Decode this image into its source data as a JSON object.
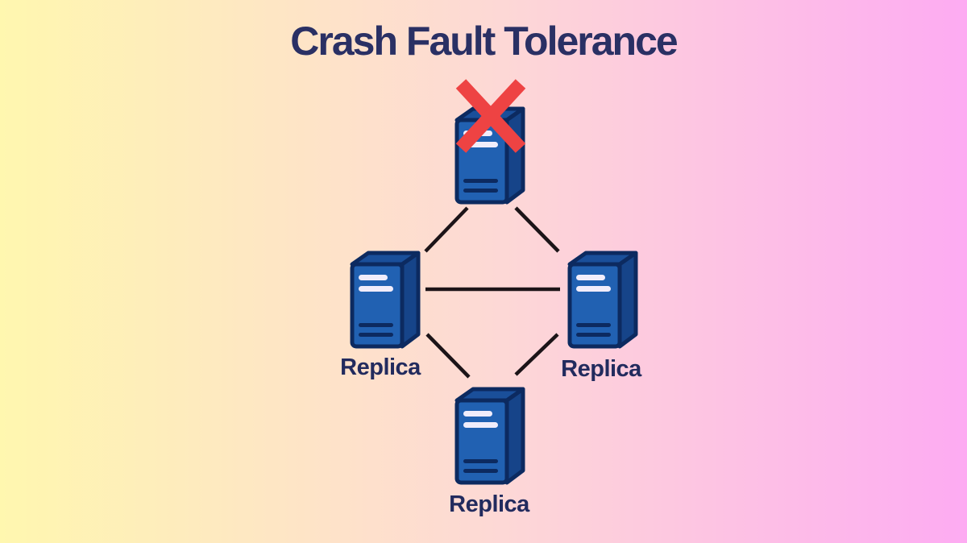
{
  "title": "Crash Fault Tolerance",
  "diagram": {
    "type": "network-topology",
    "nodes": [
      {
        "id": "crashed-server",
        "label": "",
        "status": "crashed",
        "position": "top"
      },
      {
        "id": "replica-left",
        "label": "Replica",
        "status": "active",
        "position": "middle-left"
      },
      {
        "id": "replica-right",
        "label": "Replica",
        "status": "active",
        "position": "middle-right"
      },
      {
        "id": "replica-bottom",
        "label": "Replica",
        "status": "active",
        "position": "bottom"
      }
    ],
    "edges": [
      {
        "from": "crashed-server",
        "to": "replica-left"
      },
      {
        "from": "crashed-server",
        "to": "replica-right"
      },
      {
        "from": "replica-left",
        "to": "replica-right"
      },
      {
        "from": "replica-left",
        "to": "replica-bottom"
      },
      {
        "from": "replica-right",
        "to": "replica-bottom"
      }
    ]
  },
  "colors": {
    "bg_left": "#fff7af",
    "bg_mid": "#fdd8d6",
    "bg_right": "#fdabf2",
    "title_color": "#2a3064",
    "label_color": "#222b5e",
    "server_front": "#2161b2",
    "server_side": "#164489",
    "server_top": "#1a4f9a",
    "server_outline": "#0c2a60",
    "server_slot_light": "#f1edfb",
    "server_slot_dark": "#0c2a60",
    "crash_x_color": "#ee4343",
    "edge_color": "#1c1418"
  }
}
